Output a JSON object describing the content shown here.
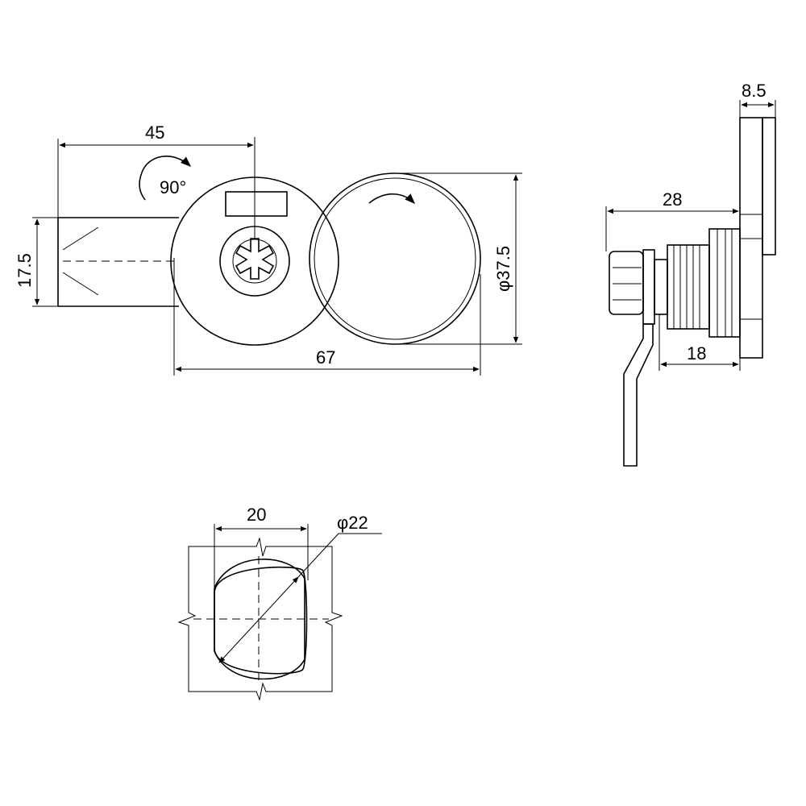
{
  "dimensions": {
    "rotation_angle": "90°",
    "top_width": "45",
    "tongue_height": "17.5",
    "body_diameter": "φ37.5",
    "overall_length": "67",
    "side_length": "28",
    "plate_thickness": "8.5",
    "shell_length": "18",
    "cutout_width": "20",
    "cutout_diameter": "φ22"
  }
}
